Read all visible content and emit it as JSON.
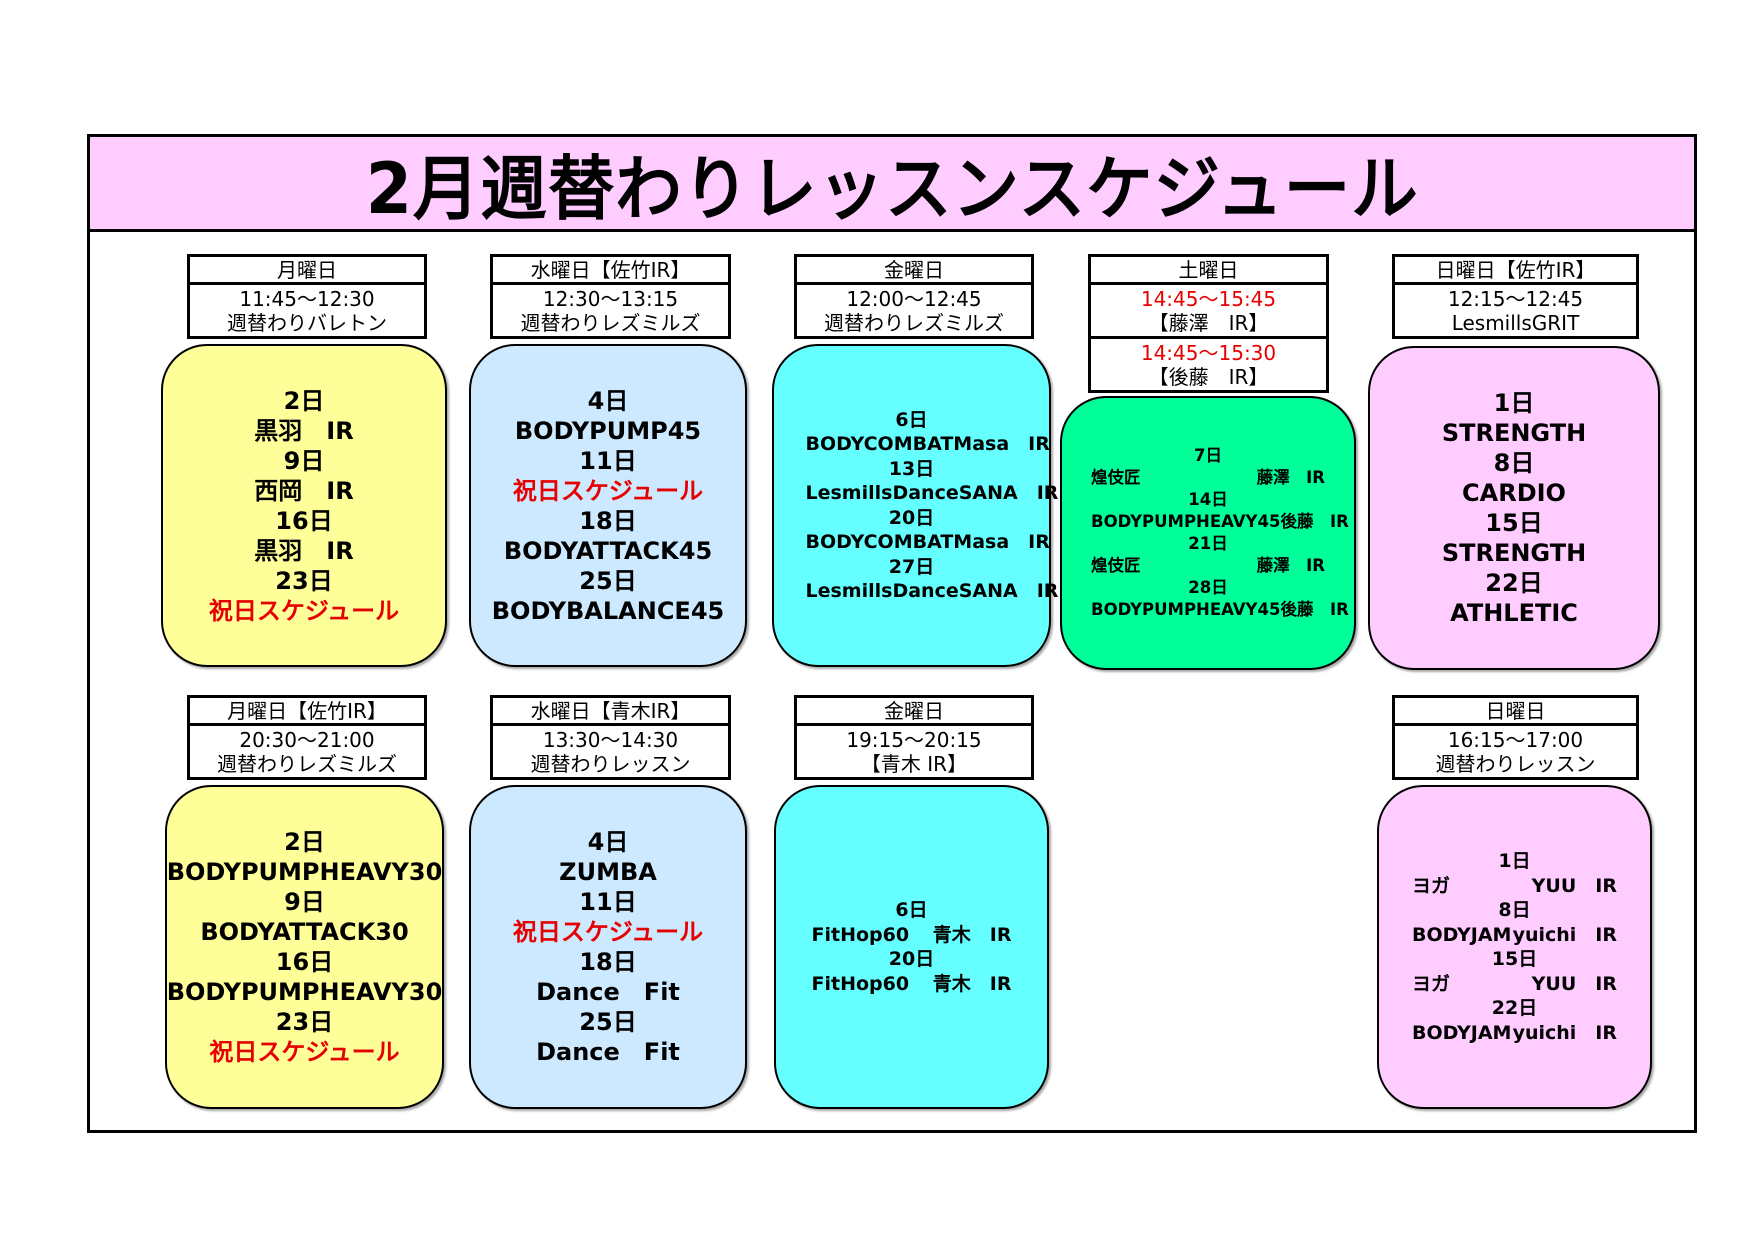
{
  "title": "2月週替わりレッスンスケジュール",
  "colors": {
    "title_bg": "#ffccff",
    "holiday": "#e60000",
    "yellow": "#ffff99",
    "blue": "#cce9ff",
    "cyan": "#66ffff",
    "green": "#00ff99",
    "pink": "#ffccff"
  },
  "cards": [
    {
      "header": [
        {
          "lines": [
            {
              "text": "月曜日"
            }
          ]
        },
        {
          "lines": [
            {
              "text": "11:45～12:30"
            },
            {
              "text": "週替わりバレトン"
            }
          ]
        }
      ],
      "color": "yellow",
      "mode": "center",
      "entries": [
        {
          "date": "2日",
          "left": "黒羽　IR"
        },
        {
          "date": "9日",
          "left": "西岡　IR"
        },
        {
          "date": "16日",
          "left": "黒羽　IR"
        },
        {
          "date": "23日",
          "left": "祝日スケジュール",
          "holiday": true
        }
      ]
    },
    {
      "header": [
        {
          "lines": [
            {
              "text": "水曜日【佐竹IR】"
            }
          ]
        },
        {
          "lines": [
            {
              "text": "12:30～13:15"
            },
            {
              "text": "週替わりレズミルズ"
            }
          ]
        }
      ],
      "color": "blue",
      "mode": "center",
      "entries": [
        {
          "date": "4日",
          "left": "BODYPUMP45"
        },
        {
          "date": "11日",
          "left": "祝日スケジュール",
          "holiday": true
        },
        {
          "date": "18日",
          "left": "BODYATTACK45"
        },
        {
          "date": "25日",
          "left": "BODYBALANCE45"
        }
      ]
    },
    {
      "header": [
        {
          "lines": [
            {
              "text": "金曜日"
            }
          ]
        },
        {
          "lines": [
            {
              "text": "12:00～12:45"
            },
            {
              "text": "週替わりレズミルズ"
            }
          ]
        }
      ],
      "color": "cyan",
      "mode": "split",
      "entries": [
        {
          "date": "6日",
          "left": "BODYCOMBAT",
          "right": "Masa　IR"
        },
        {
          "date": "13日",
          "left": "LesmillsDance",
          "right": "SANA　IR"
        },
        {
          "date": "20日",
          "left": "BODYCOMBAT",
          "right": "Masa　IR"
        },
        {
          "date": "27日",
          "left": "LesmillsDance",
          "right": "SANA　IR"
        }
      ]
    },
    {
      "header": [
        {
          "lines": [
            {
              "text": "土曜日"
            }
          ]
        },
        {
          "lines": [
            {
              "text": "14:45～15:45",
              "red": true
            },
            {
              "text": "【藤澤　IR】"
            }
          ]
        },
        {
          "lines": [
            {
              "text": "14:45～15:30",
              "red": true
            },
            {
              "text": "【後藤　IR】"
            }
          ]
        }
      ],
      "color": "green",
      "mode": "split",
      "entries": [
        {
          "date": "7日",
          "left": "煌伎匠",
          "right": "藤澤　IR"
        },
        {
          "date": "14日",
          "left": "BODYPUMPHEAVY45",
          "right": "後藤　IR"
        },
        {
          "date": "21日",
          "left": "煌伎匠",
          "right": "藤澤　IR"
        },
        {
          "date": "28日",
          "left": "BODYPUMPHEAVY45",
          "right": "後藤　IR"
        }
      ]
    },
    {
      "header": [
        {
          "lines": [
            {
              "text": "日曜日【佐竹IR】"
            }
          ]
        },
        {
          "lines": [
            {
              "text": "12:15～12:45"
            },
            {
              "text": "LesmillsGRIT"
            }
          ]
        }
      ],
      "color": "pink",
      "mode": "center",
      "entries": [
        {
          "date": "1日",
          "left": "STRENGTH"
        },
        {
          "date": "8日",
          "left": "CARDIO"
        },
        {
          "date": "15日",
          "left": "STRENGTH"
        },
        {
          "date": "22日",
          "left": "ATHLETIC"
        }
      ]
    },
    {
      "header": [
        {
          "lines": [
            {
              "text": "月曜日【佐竹IR】"
            }
          ]
        },
        {
          "lines": [
            {
              "text": "20:30～21:00"
            },
            {
              "text": "週替わりレズミルズ"
            }
          ]
        }
      ],
      "color": "yellow",
      "mode": "center",
      "entries": [
        {
          "date": "2日",
          "left": "BODYPUMPHEAVY30"
        },
        {
          "date": "9日",
          "left": "BODYATTACK30"
        },
        {
          "date": "16日",
          "left": "BODYPUMPHEAVY30"
        },
        {
          "date": "23日",
          "left": "祝日スケジュール",
          "holiday": true
        }
      ]
    },
    {
      "header": [
        {
          "lines": [
            {
              "text": "水曜日【青木IR】"
            }
          ]
        },
        {
          "lines": [
            {
              "text": "13:30～14:30"
            },
            {
              "text": "週替わりレッスン"
            }
          ]
        }
      ],
      "color": "blue",
      "mode": "center",
      "entries": [
        {
          "date": "4日",
          "left": "ZUMBA"
        },
        {
          "date": "11日",
          "left": "祝日スケジュール",
          "holiday": true
        },
        {
          "date": "18日",
          "left": "Dance　Fit"
        },
        {
          "date": "25日",
          "left": "Dance　Fit"
        }
      ]
    },
    {
      "header": [
        {
          "lines": [
            {
              "text": "金曜日"
            }
          ]
        },
        {
          "lines": [
            {
              "text": "19:15～20:15"
            },
            {
              "text": "【青木 IR】"
            }
          ]
        }
      ],
      "color": "cyan",
      "mode": "split",
      "entries": [
        {
          "date": "6日",
          "left": "FitHop60",
          "right": "青木　IR"
        },
        {
          "date": "20日",
          "left": "FitHop60",
          "right": "青木　IR"
        }
      ]
    },
    {
      "header": [
        {
          "lines": [
            {
              "text": "日曜日"
            }
          ]
        },
        {
          "lines": [
            {
              "text": "16:15～17:00"
            },
            {
              "text": "週替わりレッスン"
            }
          ]
        }
      ],
      "color": "pink",
      "mode": "split",
      "entries": [
        {
          "date": "1日",
          "left": "ヨガ",
          "right": "YUU　IR"
        },
        {
          "date": "8日",
          "left": "BODYJAM",
          "right": "yuichi　IR"
        },
        {
          "date": "15日",
          "left": "ヨガ",
          "right": "YUU　IR"
        },
        {
          "date": "22日",
          "left": "BODYJAM",
          "right": "yuichi　IR"
        }
      ]
    }
  ]
}
